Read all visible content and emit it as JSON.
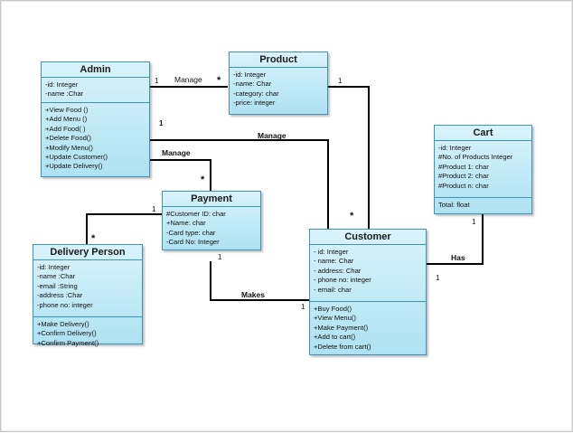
{
  "classes": {
    "admin": {
      "name": "Admin",
      "attributes": [
        "-id: Integer",
        "-name :Char"
      ],
      "operations": [
        "+View Food ()",
        "+Add Menu ()",
        "+Add Food( )",
        "+Delete Food()",
        "+Modify Menu()",
        "+Update Customer()",
        "+Update Delivery()"
      ]
    },
    "product": {
      "name": "Product",
      "attributes": [
        "-id: Integer",
        "-name: Char",
        "-category: char",
        "-price: integer"
      ],
      "operations": []
    },
    "cart": {
      "name": "Cart",
      "attributes": [
        "-id: Integer",
        "#No. of Products Integer",
        "#Product 1: char",
        "#Product 2: char",
        "#Product n: char"
      ],
      "operations": [
        "Total: float"
      ]
    },
    "payment": {
      "name": "Payment",
      "attributes": [
        "#Customer ID: char",
        "+Name: char",
        "-Card  type: char",
        "-Card  No: Integer"
      ],
      "operations": []
    },
    "delivery_person": {
      "name": "Delivery Person",
      "attributes": [
        "-id: Integer",
        "-name :Char",
        "-email :String",
        "-address :Char",
        "-phone no: integer"
      ],
      "operations": [
        "+Make Delivery()",
        "+Confirm Delivery()",
        "+Confirm Payment()"
      ]
    },
    "customer": {
      "name": "Customer",
      "attributes": [
        "- id: Integer",
        "- name: Char",
        "- address: Char",
        "- phone no: integer",
        "- email: char"
      ],
      "operations": [
        "+Buy Food()",
        "+View Menu()",
        "+Make Payment()",
        "+Add to cart()",
        "+Delete from cart()"
      ]
    }
  },
  "associations": {
    "admin_product": {
      "label": "Manage",
      "mult_admin": "1",
      "mult_product": "*"
    },
    "admin_customer": {
      "label": "Manage",
      "mult_admin": "1"
    },
    "admin_payment": {
      "label": "Manage",
      "mult_payment": "*"
    },
    "product_customer": {
      "mult_product": "1",
      "mult_customer": "*"
    },
    "cart_customer": {
      "label": "Has",
      "mult_cart": "1",
      "mult_customer": "1"
    },
    "payment_customer": {
      "label": "Makes",
      "mult_payment": "1",
      "mult_customer": "1"
    },
    "payment_delivery": {
      "mult_payment": "1",
      "mult_delivery": "*"
    }
  },
  "colors": {
    "class_border": "#3f95b8",
    "class_fill_top": "#d9f3fb",
    "class_fill_bottom": "#aee2f3",
    "line": "#000000"
  }
}
